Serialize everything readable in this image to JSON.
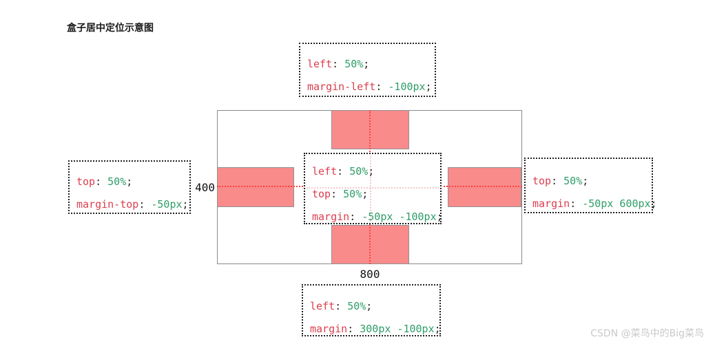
{
  "title": "盒子居中定位示意图",
  "watermark": "CSDN @菜鸟中的Big菜鸟",
  "punct": {
    "colon": ": ",
    "semicolon": ";"
  },
  "container": {
    "width_label": "800",
    "height_label": "400"
  },
  "colors": {
    "box_fill": "#f98b8b",
    "box_border": "#919191",
    "rect_border": "#8a8a8a",
    "guide_line": "#ff4040",
    "faint_guide": "#f3c9cb",
    "css_property": "#dc3e4e",
    "css_value": "#2e9d68",
    "annotation_border": "#1f1f1f",
    "watermark": "#c9c9c9"
  },
  "annotations": {
    "top": {
      "lines": [
        {
          "prop": "left",
          "value": "50%"
        },
        {
          "prop": "margin-left",
          "value": "-100px"
        }
      ]
    },
    "center": {
      "lines": [
        {
          "prop": "left",
          "value": "50%"
        },
        {
          "prop": "top",
          "value": "50%"
        },
        {
          "prop": "margin",
          "value": "-50px -100px"
        }
      ]
    },
    "left": {
      "lines": [
        {
          "prop": "top",
          "value": "50%"
        },
        {
          "prop": "margin-top",
          "value": "-50px"
        }
      ]
    },
    "right": {
      "lines": [
        {
          "prop": "top",
          "value": "50%"
        },
        {
          "prop": "margin",
          "value": "-50px 600px"
        }
      ]
    },
    "bottom": {
      "lines": [
        {
          "prop": "left",
          "value": "50%"
        },
        {
          "prop": "margin",
          "value": "300px -100px"
        }
      ]
    }
  }
}
